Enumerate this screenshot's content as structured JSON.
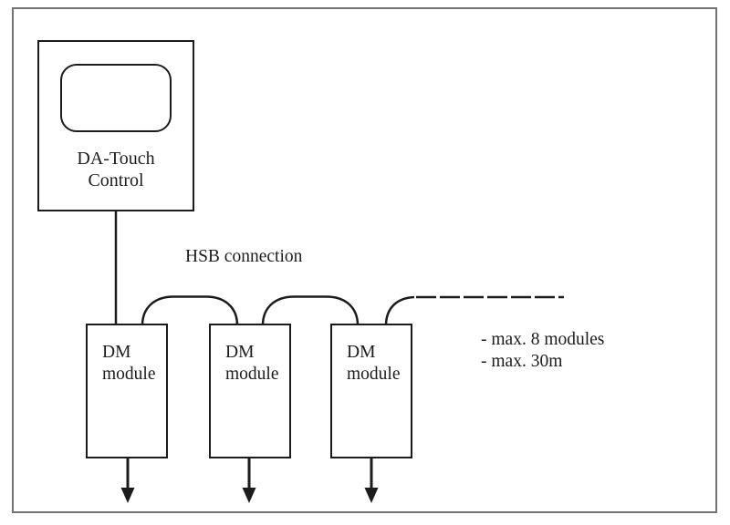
{
  "diagram": {
    "controller": {
      "label": [
        "DA-Touch",
        "Control"
      ]
    },
    "bus_label": "HSB connection",
    "modules": [
      {
        "label": [
          "DM",
          "module"
        ]
      },
      {
        "label": [
          "DM",
          "module"
        ]
      },
      {
        "label": [
          "DM",
          "module"
        ]
      }
    ],
    "notes": [
      "- max. 8 modules",
      "- max. 30m"
    ],
    "colors": {
      "line": "#1c1c1c",
      "frame": "#737373",
      "background": "#ffffff"
    }
  }
}
